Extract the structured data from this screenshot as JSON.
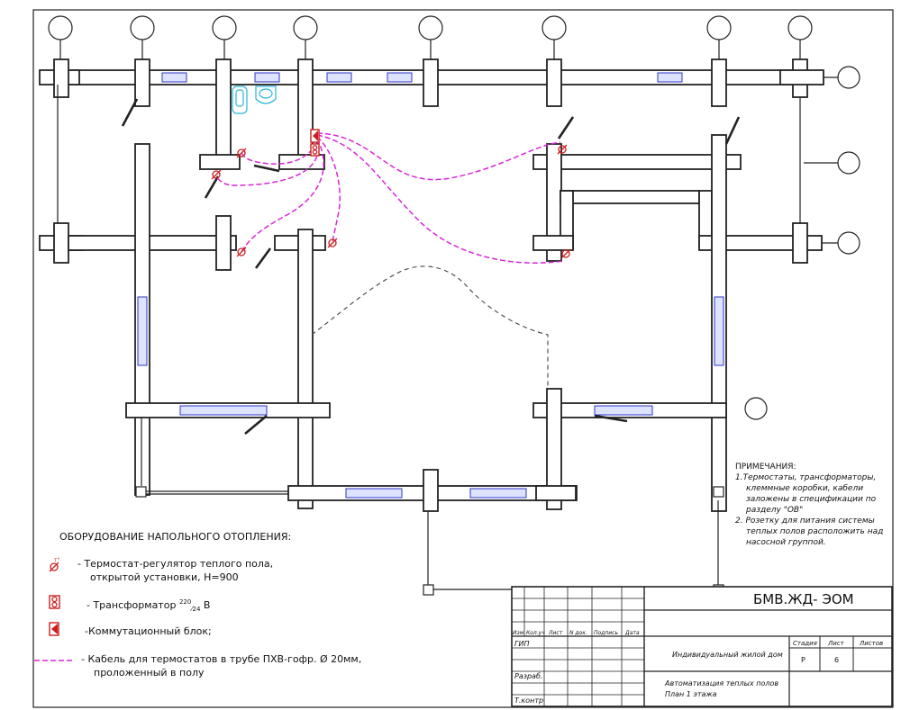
{
  "legend": {
    "title": "ОБОРУДОВАНИЕ НАПОЛЬНОГО ОТОПЛЕНИЯ:",
    "items": [
      {
        "icon": "thermostat-icon",
        "line1": "- Термостат-регулятор теплого пола,",
        "line2": "открытой установки, Н=900"
      },
      {
        "icon": "transformer-icon",
        "line1": "- Трансформатор",
        "superscript": "220",
        "subscript": "24",
        "unit": "В"
      },
      {
        "icon": "junction-block-icon",
        "line1": "-Коммутационный блок;"
      },
      {
        "icon": "cable-line-icon",
        "line1": "- Кабель для термостатов в трубе ПХВ-гофр. Ø 20мм,",
        "line2": "проложенный в полу"
      }
    ]
  },
  "notes": {
    "title": "ПРИМЕЧАНИЯ:",
    "lines": [
      "1.Термостаты, трансформаторы,",
      "клеммные коробки, кабели",
      "заложены в спецификации по",
      "разделу \"ОВ\"",
      "2. Розетку для питания системы",
      "теплых полов расположить над",
      "насосной группой."
    ]
  },
  "titleblock": {
    "code": "БМВ.ЖД- ЭОМ",
    "columns": [
      "Изм",
      "Кол.уч",
      "Лист",
      "N док.",
      "Подпись",
      "Дата"
    ],
    "roles": [
      "ГИП",
      "Разраб.",
      "Т.контр"
    ],
    "object": "Индивидуальный жилой дом",
    "sheet_title_line1": "Автоматизация теплых полов",
    "sheet_title_line2": "План 1 этажа",
    "stage_label": "Стадия",
    "sheet_label": "Лист",
    "sheets_label": "Листов",
    "stage": "Р",
    "sheet": "6",
    "sheets": ""
  },
  "symbols": {
    "thermostat_mark": "т°"
  },
  "colors": {
    "cable": "#d926d9",
    "window": "#2b36c9",
    "equipment": "#cc2020",
    "plumbing": "#29b6d6"
  }
}
